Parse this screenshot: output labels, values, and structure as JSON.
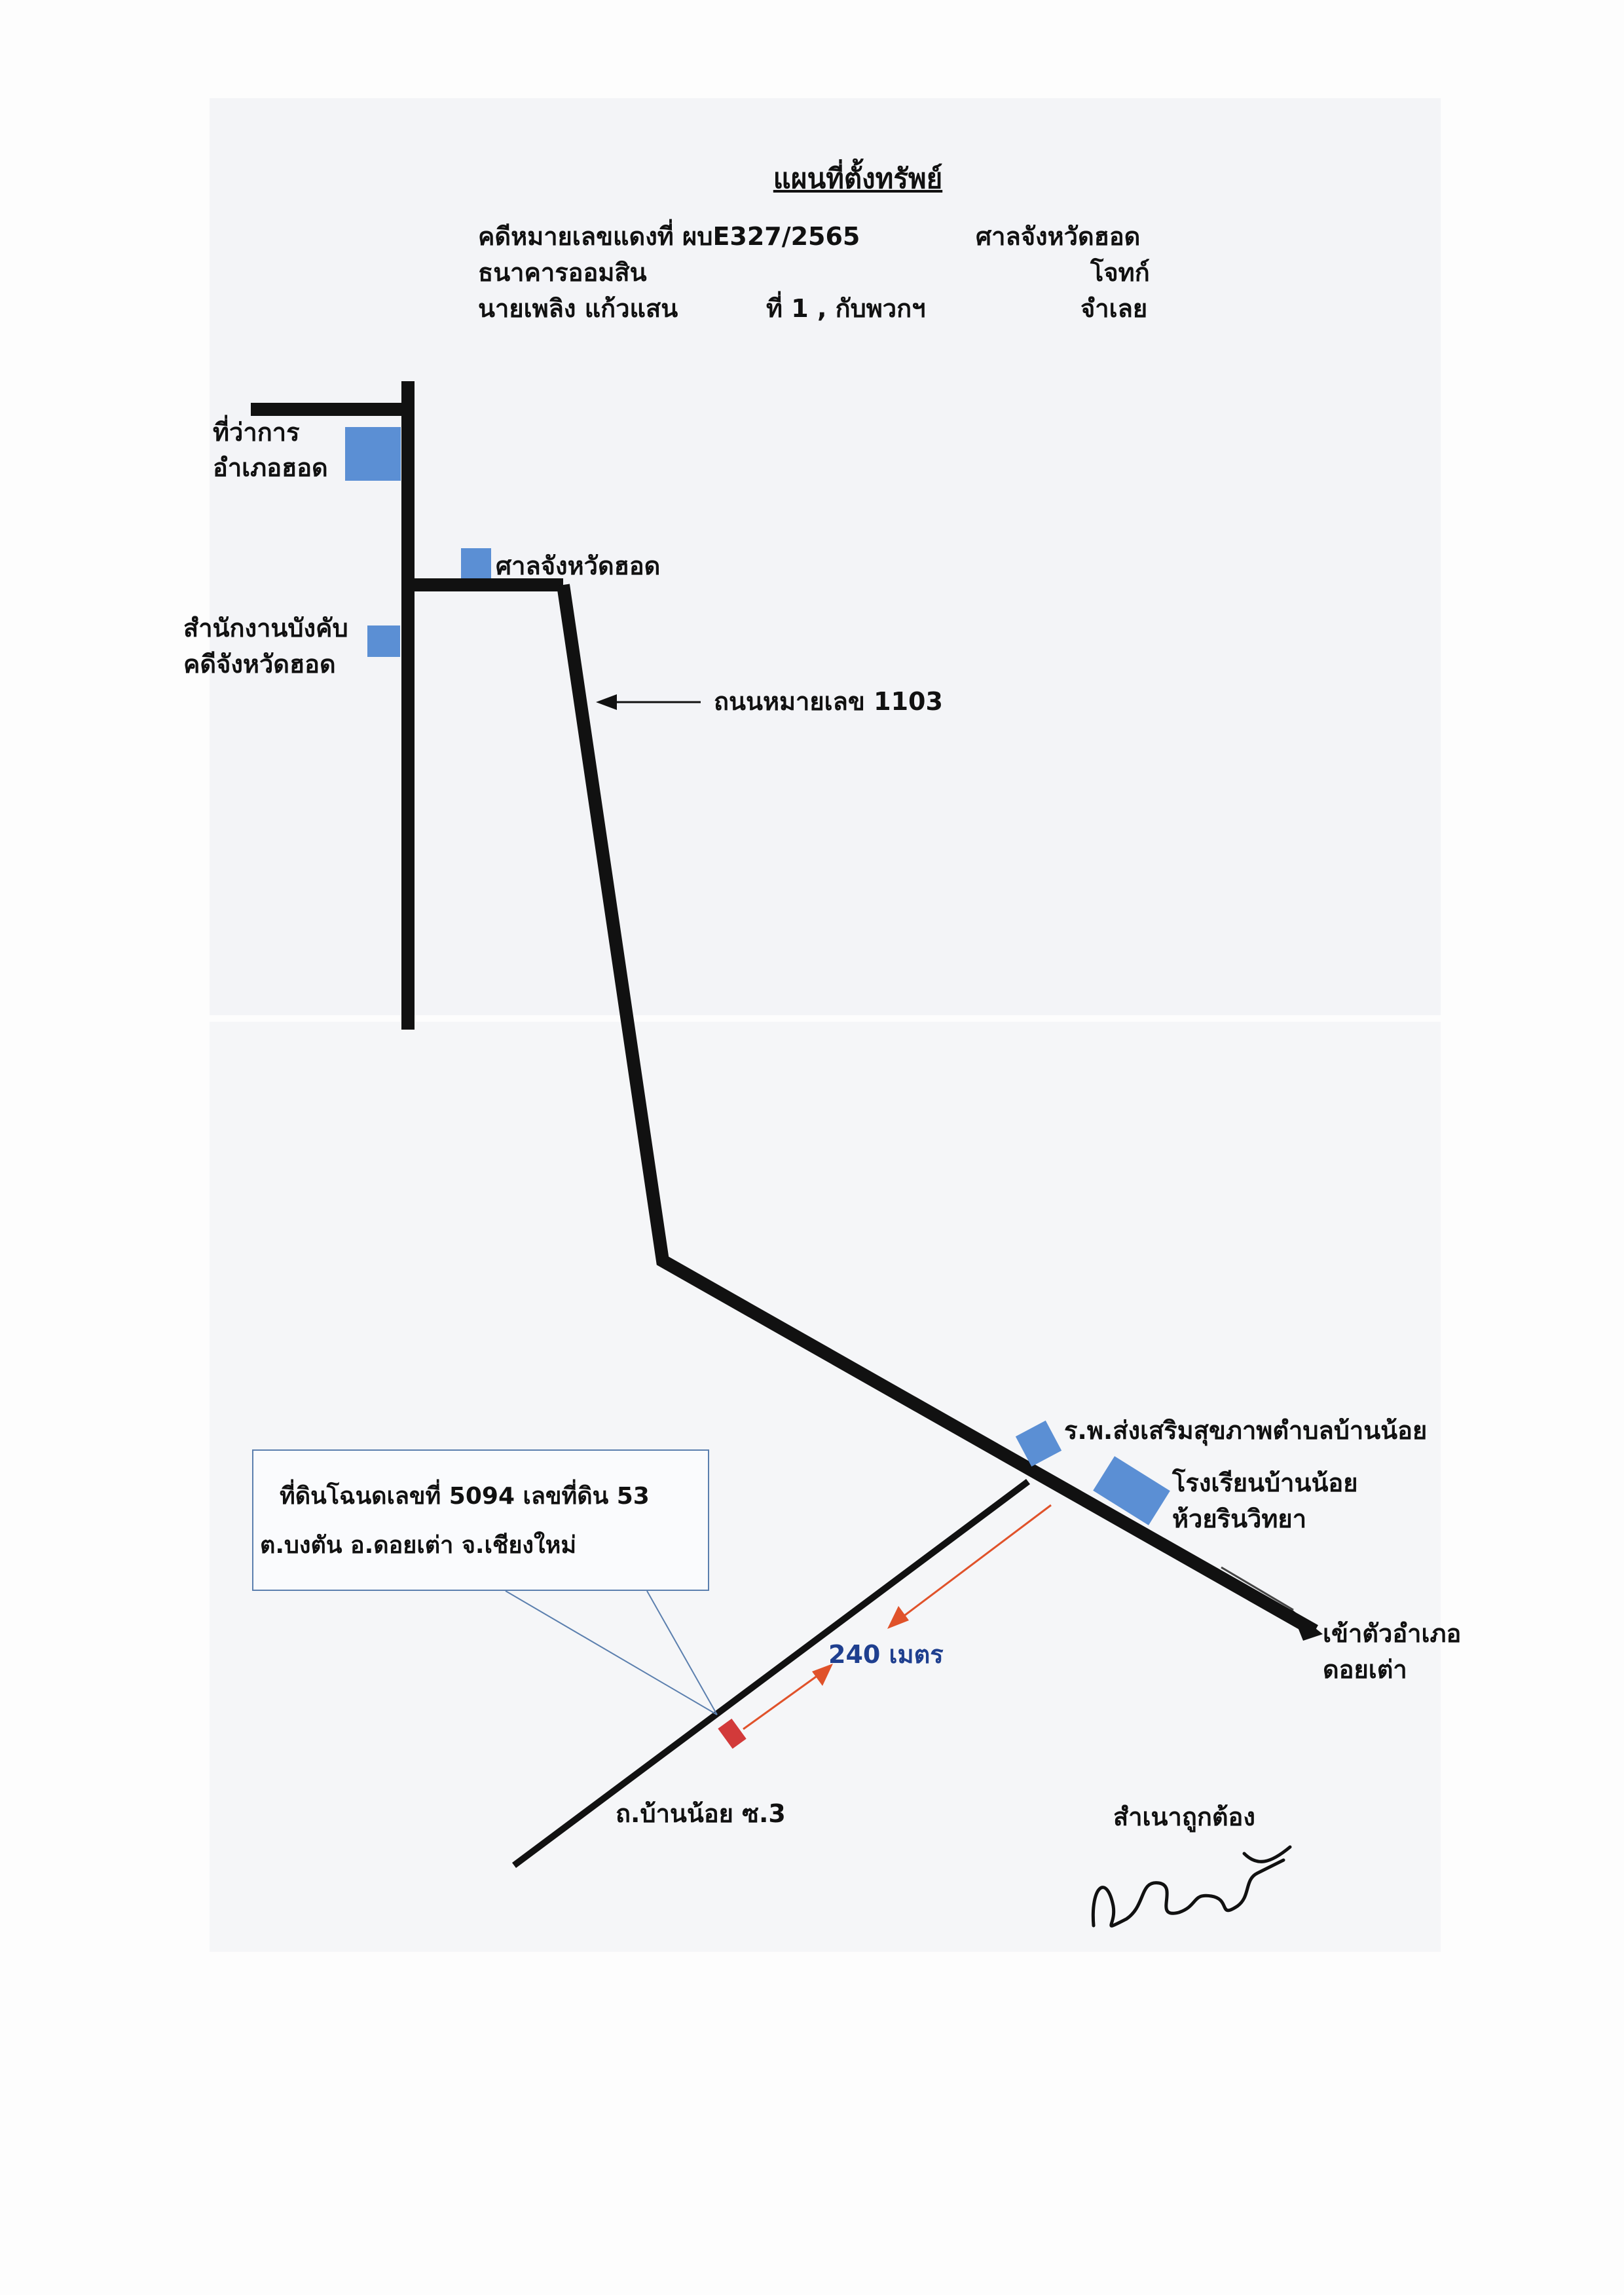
{
  "title": "แผนที่ตั้งทรัพย์",
  "case": {
    "number_label": "คดีหมายเลขแดงที่ ผบE327/2565",
    "court": "ศาลจังหวัดฮอด",
    "plaintiff": "ธนาคารออมสิน",
    "plaintiff_role": "โจทก์",
    "defendant": "นายเพลิง  แก้วแสน",
    "defendant_index": "ที่ 1 ,  กับพวกฯ",
    "defendant_role": "จำเลย"
  },
  "landmarks": {
    "district_office": [
      "ที่ว่าการ",
      "อำเภอฮอด"
    ],
    "court": "ศาลจังหวัดฮอด",
    "enforcement_office": [
      "สำนักงานบังคับ",
      "คดีจังหวัดฮอด"
    ],
    "health_center": "ร.พ.ส่งเสริมสุขภาพตำบลบ้านน้อย",
    "school": [
      "โรงเรียนบ้านน้อย",
      "ห้วยรินวิทยา"
    ]
  },
  "roads": {
    "highway": "ถนนหมายเลข 1103",
    "soi": "ถ.บ้านน้อย ซ.3",
    "to_town": [
      "เข้าตัวอำเภอ",
      "ดอยเต่า"
    ]
  },
  "property": {
    "line1": "ที่ดินโฉนดเลขที่ 5094  เลขที่ดิน 53",
    "line2": "ต.บงตัน  อ.ดอยเต่า  จ.เชียงใหม่"
  },
  "distance": "240 เมตร",
  "certified": "สำเนาถูกต้อง",
  "colors": {
    "road": "#111111",
    "building": "#5b8fd4",
    "distance_arrow": "#e0522a",
    "callout_border": "#5b7fae",
    "property_marker": "#d23a3a"
  }
}
